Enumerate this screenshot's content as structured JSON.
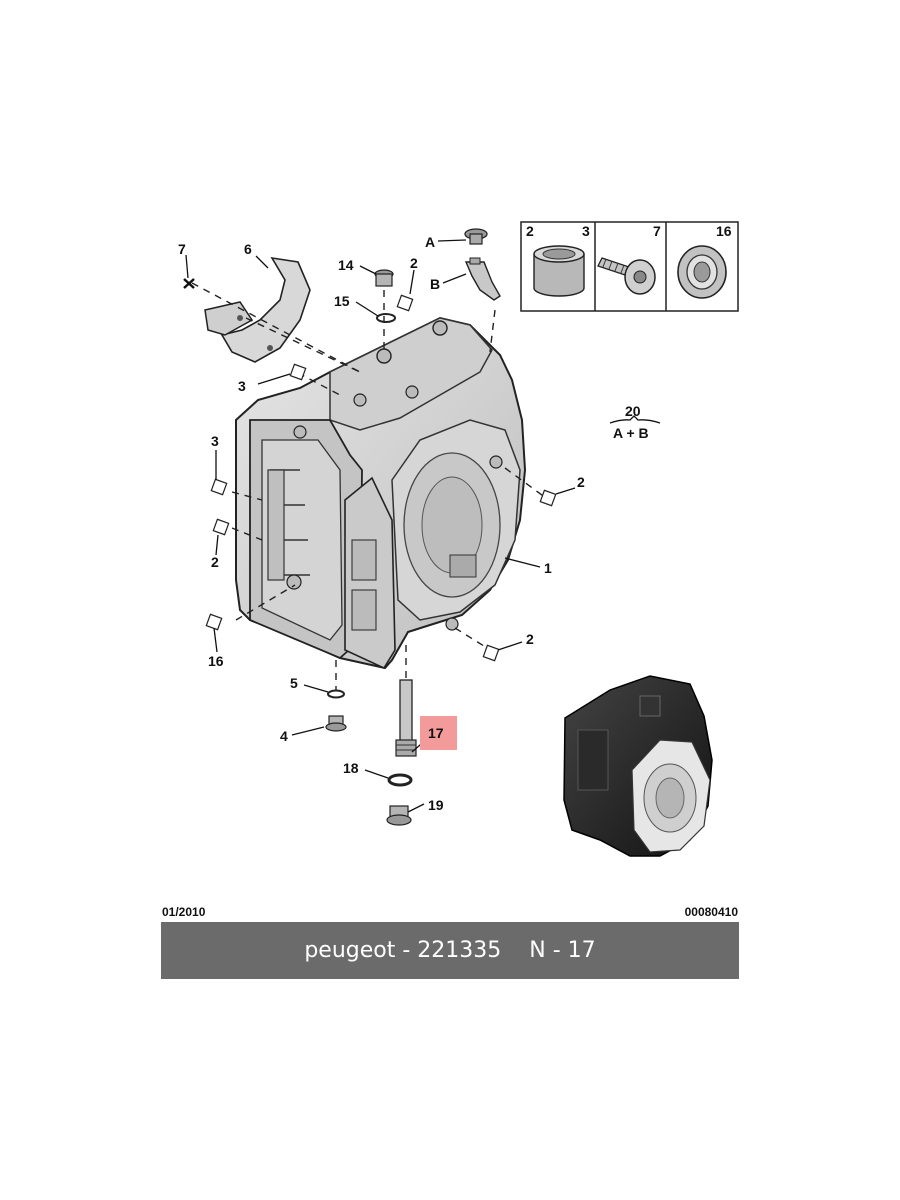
{
  "callouts": {
    "c1": "1",
    "c2a": "2",
    "c2b": "2",
    "c2c": "2",
    "c2d": "2",
    "c3a": "3",
    "c3b": "3",
    "c4": "4",
    "c5": "5",
    "c6": "6",
    "c7": "7",
    "c14": "14",
    "c15": "15",
    "c16": "16",
    "c17": "17",
    "c18": "18",
    "c19": "19",
    "cA": "A",
    "cB": "B"
  },
  "legend": {
    "box1": {
      "left": "2",
      "right": "3"
    },
    "box2": {
      "right": "7"
    },
    "box3": {
      "right": "16"
    }
  },
  "kit": {
    "number": "20",
    "formula": "A + B"
  },
  "footer": {
    "date": "01/2010",
    "code": "00080410",
    "brand_ref": "peugeot - 221335",
    "index": "N - 17"
  },
  "colors": {
    "highlight": "#f39a9a",
    "banner": "#6b6b6b",
    "casing": "#d9d9d9"
  }
}
